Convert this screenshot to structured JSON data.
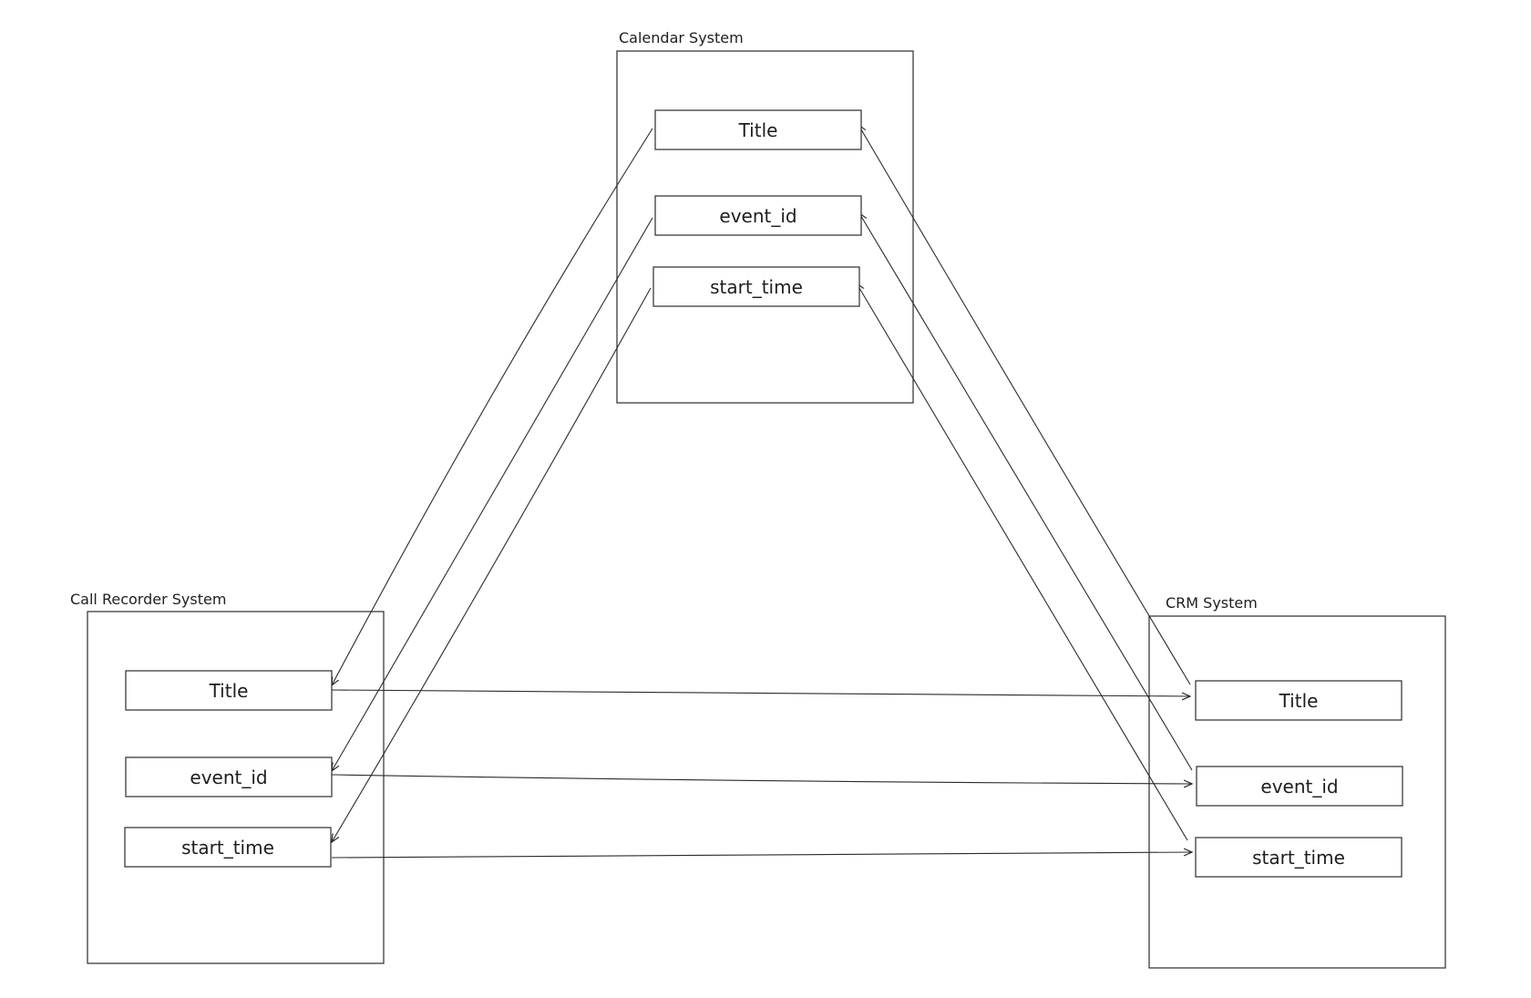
{
  "systems": {
    "calendar": {
      "label": "Calendar System",
      "fields": [
        "Title",
        "event_id",
        "start_time"
      ]
    },
    "recorder": {
      "label": "Call Recorder System",
      "fields": [
        "Title",
        "event_id",
        "start_time"
      ]
    },
    "crm": {
      "label": "CRM System",
      "fields": [
        "Title",
        "event_id",
        "start_time"
      ]
    }
  },
  "colors": {
    "stroke": "#2b2b2b",
    "text": "#1e1e1e",
    "background": "#ffffff"
  }
}
